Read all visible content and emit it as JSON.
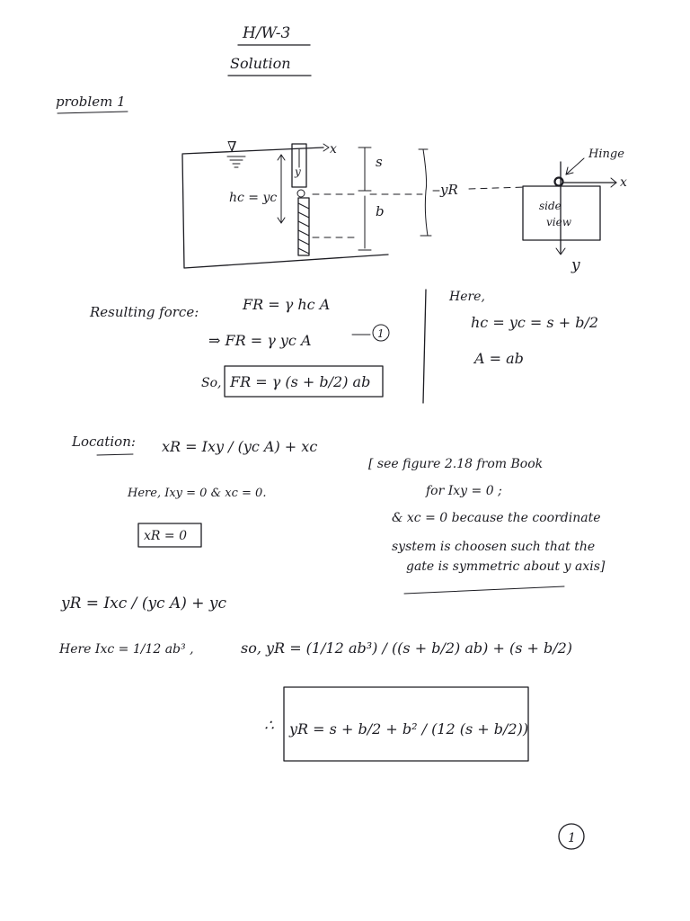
{
  "header": {
    "title": "H/W-3",
    "subtitle": "Solution"
  },
  "problem_label": "problem 1",
  "diagram": {
    "surface_symbol": "∇",
    "x_axis_label": "x",
    "y_label": "y",
    "hc_label": "hc = yc",
    "s_label": "s",
    "b_label": "b",
    "yr_label": "yR",
    "hinge_label": "Hinge",
    "side_view_label_1": "side",
    "side_view_label_2": "view",
    "side_x_label": "x",
    "side_y_label": "y"
  },
  "force": {
    "heading": "Resulting force:",
    "eq1": "FR = γ hc A",
    "eq2": "⇒ FR = γ yc A",
    "eq2_num": "1",
    "so_label": "So,",
    "boxed_eq": "FR = γ (s + b/2) ab"
  },
  "here_block": {
    "label": "Here,",
    "line1": "hc = yc = s + b/2",
    "line2": "A = ab"
  },
  "location": {
    "label": "Location:",
    "eq": "xR = Ixy / (yc A) + xc",
    "here_line": "Here, Ixy = 0  &  xc = 0.",
    "boxed": "xR = 0"
  },
  "note": {
    "line1": "[ see figure 2.18 from Book",
    "line2": "for Ixy = 0 ;",
    "line3": "& xc = 0 because the coordinate",
    "line4": "system is choosen such that the",
    "line5": "gate is symmetric about y axis]"
  },
  "yr_section": {
    "eq": "yR = Ixc / (yc A) + yc",
    "here_line": "Here Ixc = 1/12 ab³ ,",
    "so_eq": "so, yR = (1/12 ab³) / ((s + b/2) ab) + (s + b/2)",
    "final_prefix": "∴",
    "final_eq": "yR = s + b/2 + b² / (12 (s + b/2))"
  },
  "page_number": "1"
}
